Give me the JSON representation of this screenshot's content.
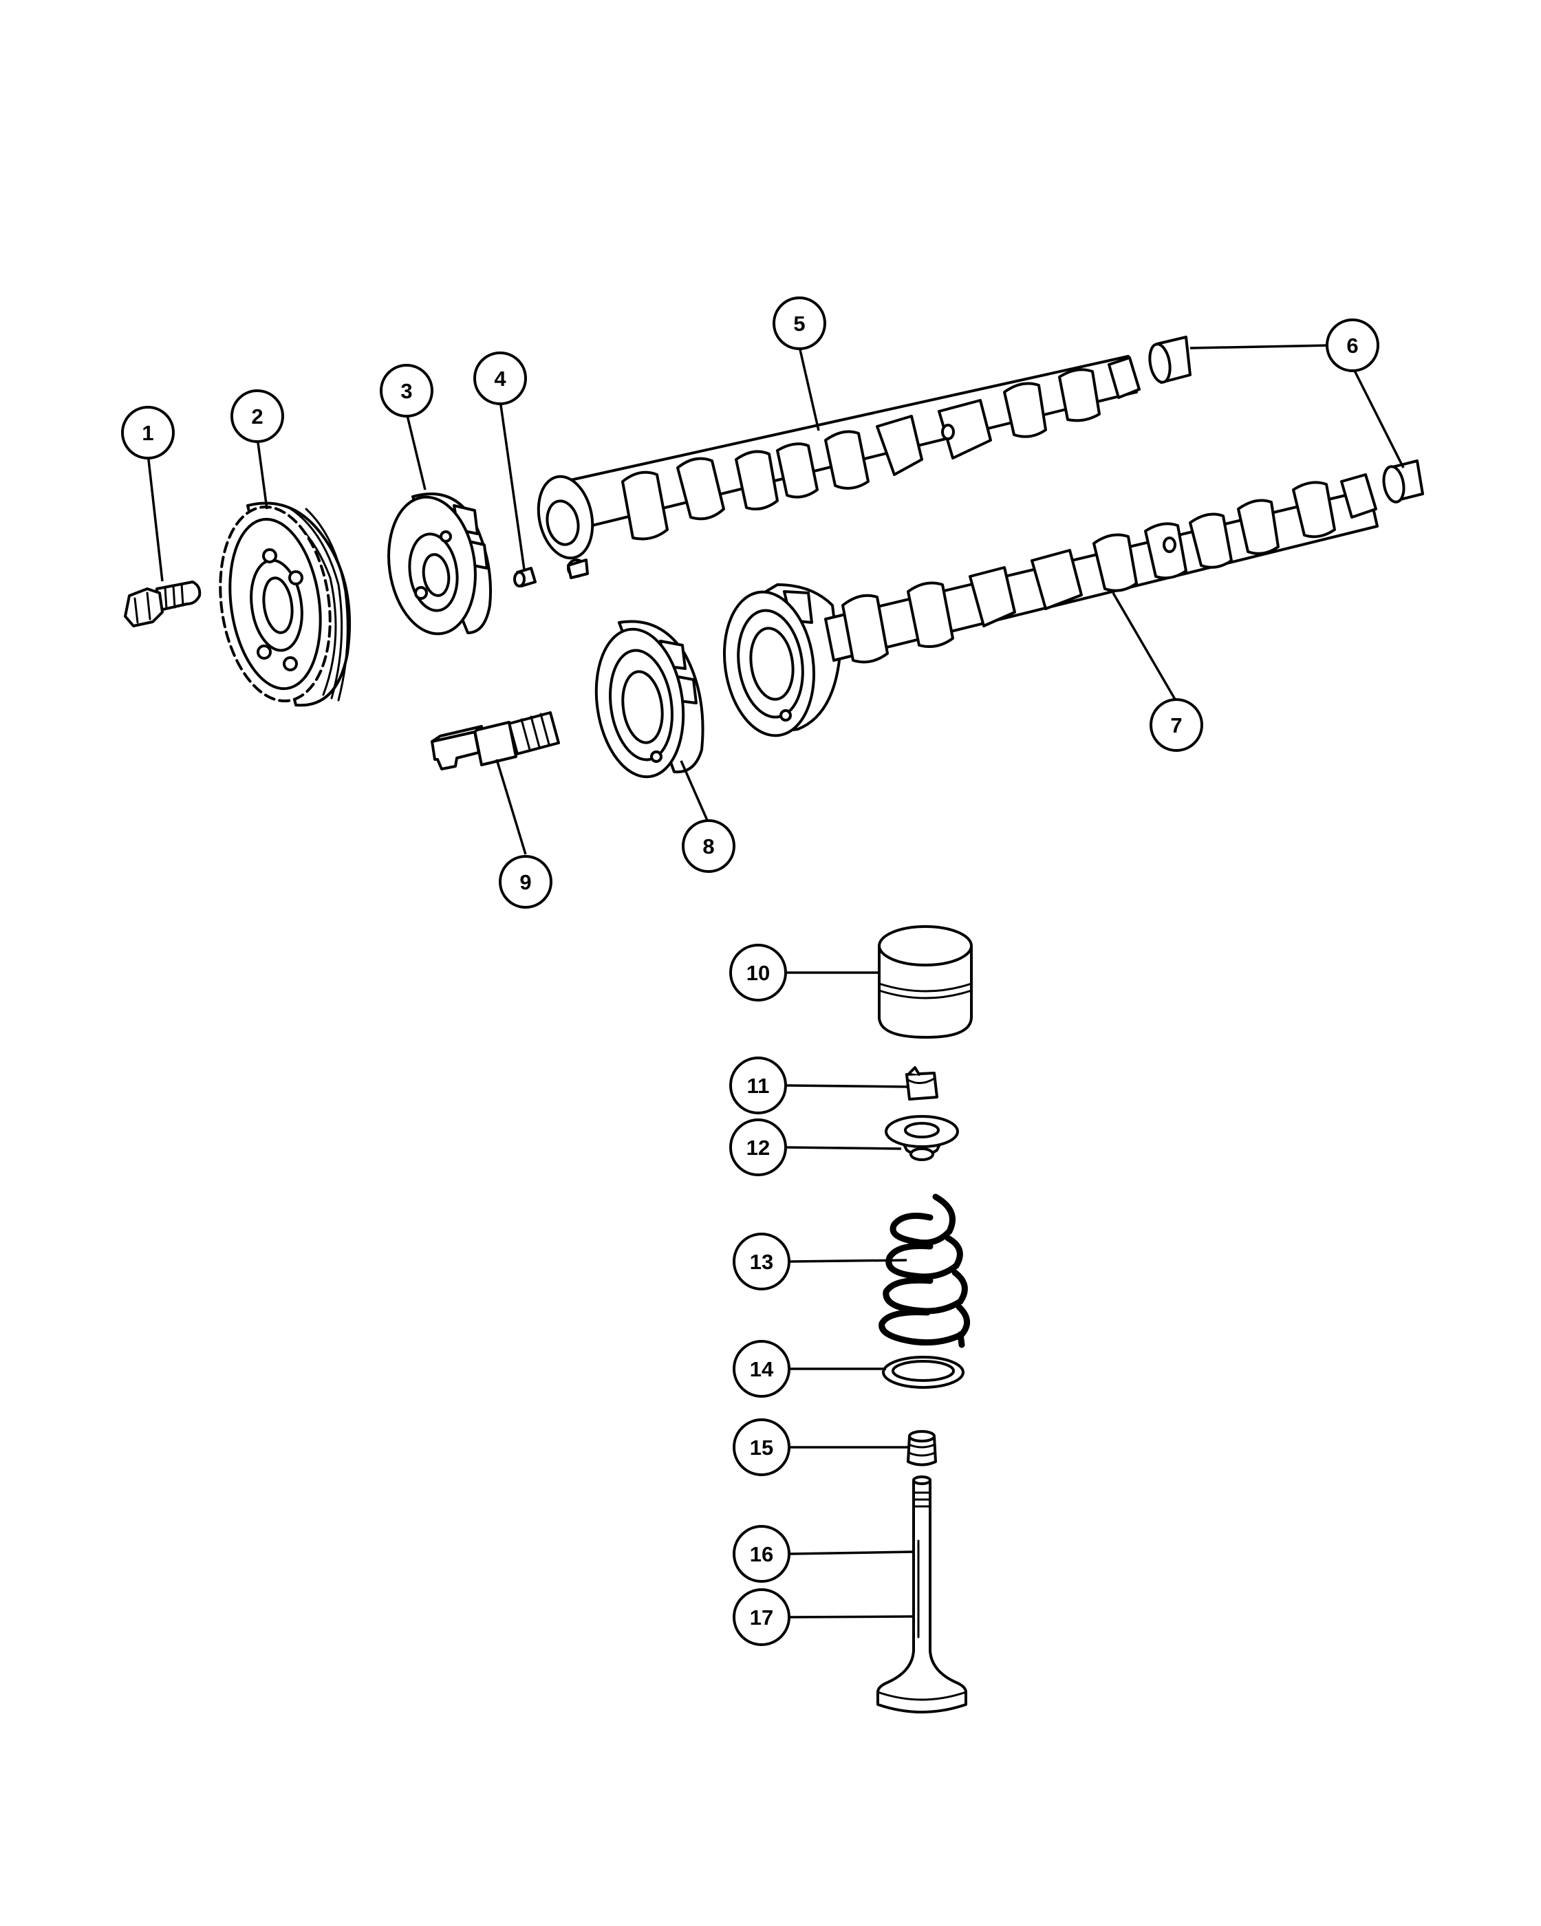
{
  "callouts": [
    {
      "id": "1",
      "name": "callout-1"
    },
    {
      "id": "2",
      "name": "callout-2"
    },
    {
      "id": "3",
      "name": "callout-3"
    },
    {
      "id": "4",
      "name": "callout-4"
    },
    {
      "id": "5",
      "name": "callout-5"
    },
    {
      "id": "6",
      "name": "callout-6"
    },
    {
      "id": "7",
      "name": "callout-7"
    },
    {
      "id": "8",
      "name": "callout-8"
    },
    {
      "id": "9",
      "name": "callout-9"
    },
    {
      "id": "10",
      "name": "callout-10"
    },
    {
      "id": "11",
      "name": "callout-11"
    },
    {
      "id": "12",
      "name": "callout-12"
    },
    {
      "id": "13",
      "name": "callout-13"
    },
    {
      "id": "14",
      "name": "callout-14"
    },
    {
      "id": "15",
      "name": "callout-15"
    },
    {
      "id": "16",
      "name": "callout-16"
    },
    {
      "id": "17",
      "name": "callout-17"
    }
  ]
}
